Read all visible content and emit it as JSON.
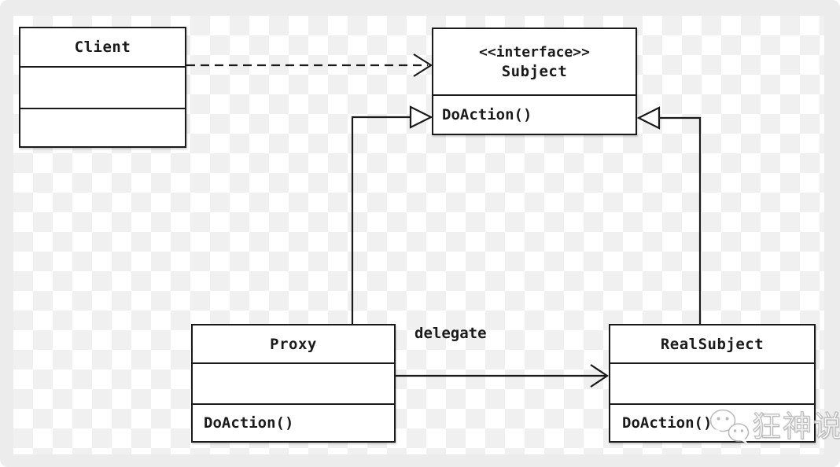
{
  "diagram": {
    "title": "Proxy pattern UML class diagram",
    "classes": {
      "client": {
        "title": "Client"
      },
      "subject": {
        "stereotype": "<<interface>>",
        "title": "Subject",
        "method": "DoAction()"
      },
      "proxy": {
        "title": "Proxy",
        "method": "DoAction()"
      },
      "realsubject": {
        "title": "RealSubject",
        "method": "DoAction()"
      }
    },
    "labels": {
      "delegate": "delegate"
    },
    "relationships": [
      {
        "from": "Client",
        "to": "Subject",
        "type": "dependency",
        "style": "dashed-open-arrow"
      },
      {
        "from": "Proxy",
        "to": "Subject",
        "type": "realization",
        "style": "solid-hollow-triangle"
      },
      {
        "from": "RealSubject",
        "to": "Subject",
        "type": "realization",
        "style": "solid-hollow-triangle"
      },
      {
        "from": "Proxy",
        "to": "RealSubject",
        "type": "association",
        "label": "delegate",
        "style": "solid-open-arrow"
      }
    ],
    "watermark": {
      "icon": "wechat-icon",
      "text": "狂神说"
    },
    "colors": {
      "line": "#1a1a1a",
      "box_fill": "#ffffff",
      "checker_light": "#ffffff",
      "checker_dark": "#f0f0f0",
      "outer_background": "#ececec"
    }
  }
}
